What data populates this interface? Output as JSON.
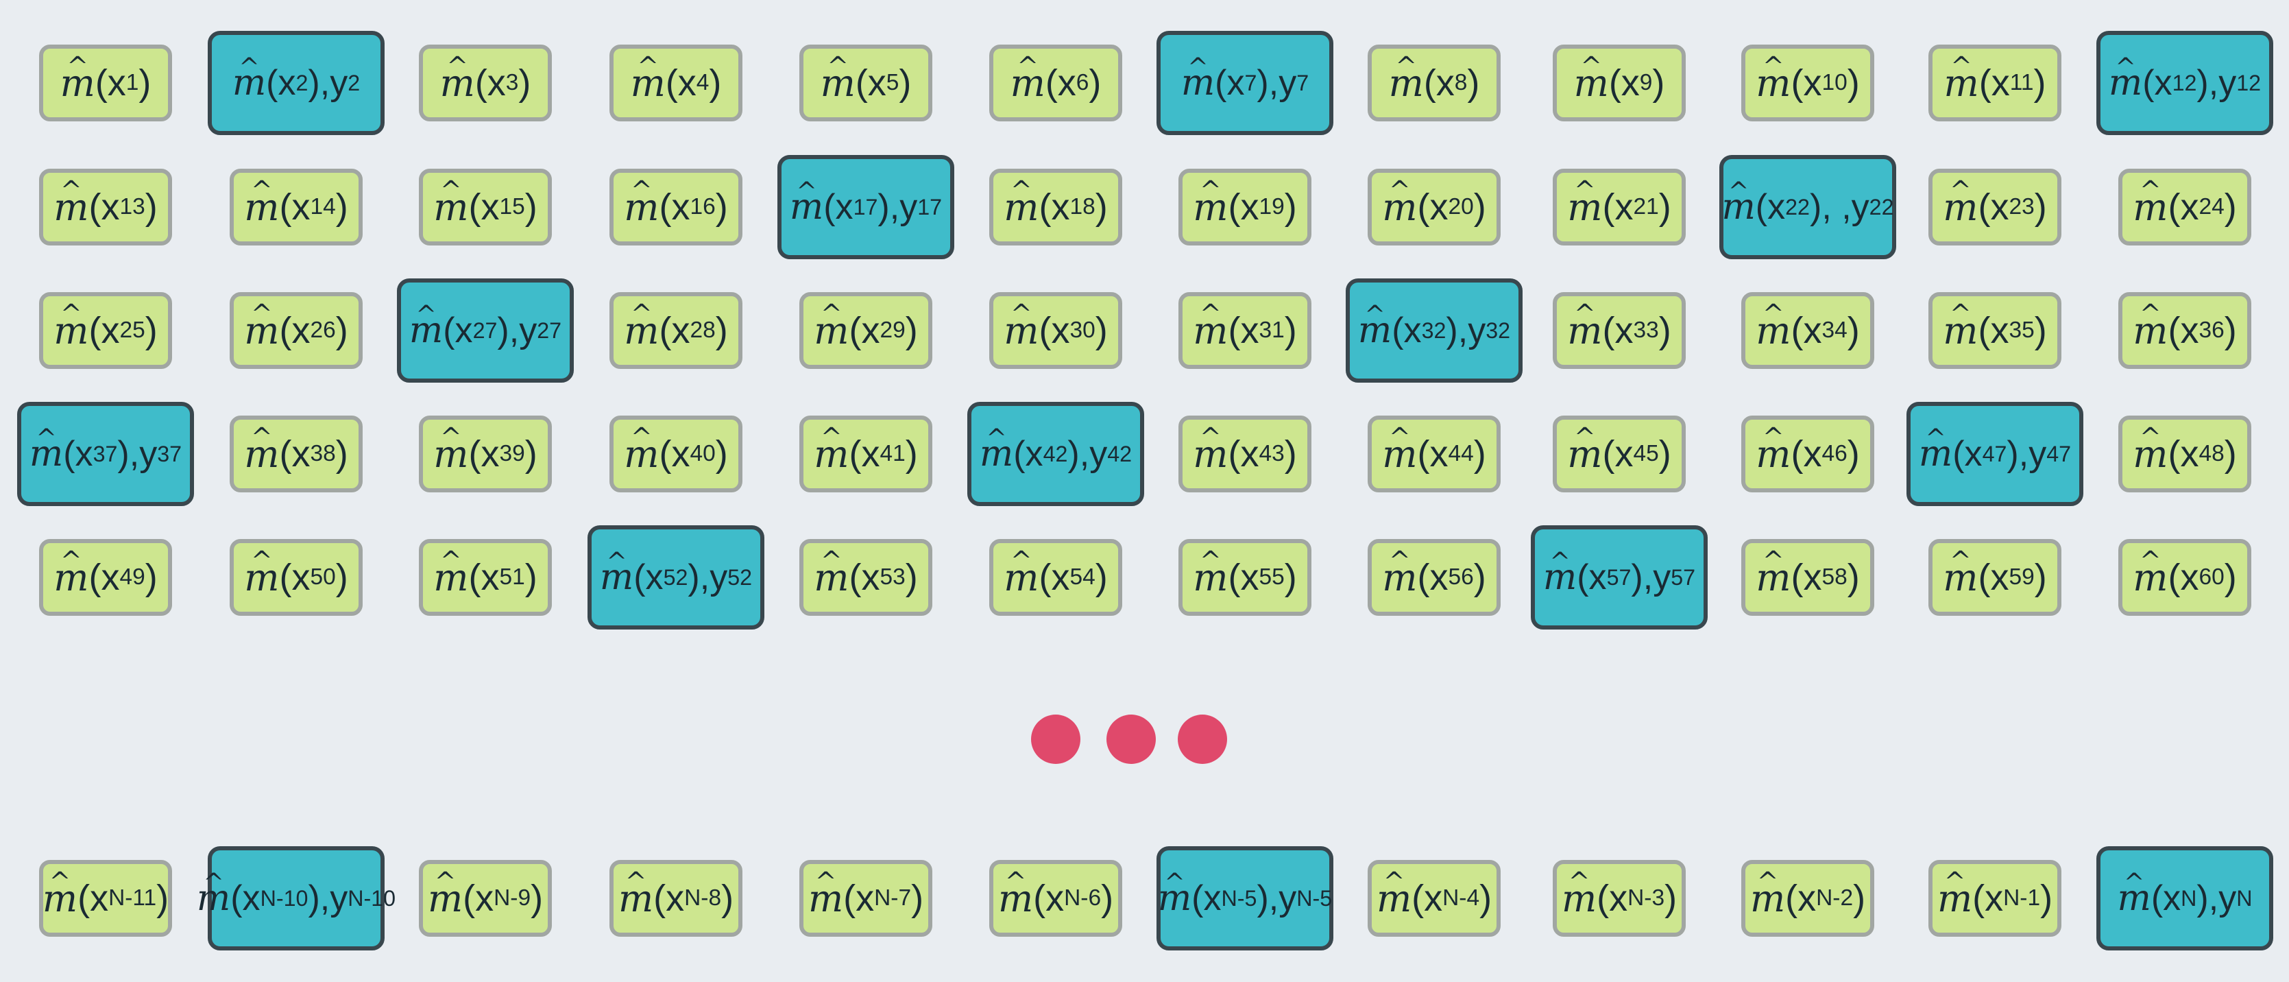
{
  "rows": [
    [
      "m̂(x1)",
      "m̂(x2),y2",
      "m̂(x3)",
      "m̂(x4)",
      "m̂(x5)",
      "m̂(x6)",
      "m̂(x7),y7",
      "m̂(x8)",
      "m̂(x9)",
      "m̂(x10)",
      "m̂(x11)",
      "m̂(x12),y12"
    ],
    [
      "m̂(x13)",
      "m̂(x14)",
      "m̂(x15)",
      "m̂(x16)",
      "m̂(x17),y17",
      "m̂(x18)",
      "m̂(x19)",
      "m̂(x20)",
      "m̂(x21)",
      "m̂(x22), ,y22",
      "m̂(x23)",
      "m̂(x24)"
    ],
    [
      "m̂(x25)",
      "m̂(x26)",
      "m̂(x27),y27",
      "m̂(x28)",
      "m̂(x29)",
      "m̂(x30)",
      "m̂(x31)",
      "m̂(x32),y32",
      "m̂(x33)",
      "m̂(x34)",
      "m̂(x35)",
      "m̂(x36)"
    ],
    [
      "m̂(x37),y37",
      "m̂(x38)",
      "m̂(x39)",
      "m̂(x40)",
      "m̂(x41)",
      "m̂(x42),y42",
      "m̂(x43)",
      "m̂(x44)",
      "m̂(x45)",
      "m̂(x46)",
      "m̂(x47),y47",
      "m̂(x48)"
    ],
    [
      "m̂(x49)",
      "m̂(x50)",
      "m̂(x51)",
      "m̂(x52),y52",
      "m̂(x53)",
      "m̂(x54)",
      "m̂(x55)",
      "m̂(x56)",
      "m̂(x57),y57",
      "m̂(x58)",
      "m̂(x59)",
      "m̂(x60)"
    ],
    [
      "m̂(xN-11)",
      "m̂(xN-10),yN-10",
      "m̂(xN-9)",
      "m̂(xN-8)",
      "m̂(xN-7)",
      "m̂(xN-6)",
      "m̂(xN-5),yN-5",
      "m̂(xN-4)",
      "m̂(xN-3)",
      "m̂(xN-2)",
      "m̂(xN-1)",
      "m̂(xN),yN"
    ]
  ],
  "colors": {
    "background": "#e9edf1",
    "unlabeled_fill": "#cde68f",
    "unlabeled_border": "#a1a6a2",
    "labeled_fill": "#3fbcca",
    "labeled_border": "#39474e",
    "ellipsis_dots": "#e0496b"
  },
  "ellipsis_dot_count": 3
}
